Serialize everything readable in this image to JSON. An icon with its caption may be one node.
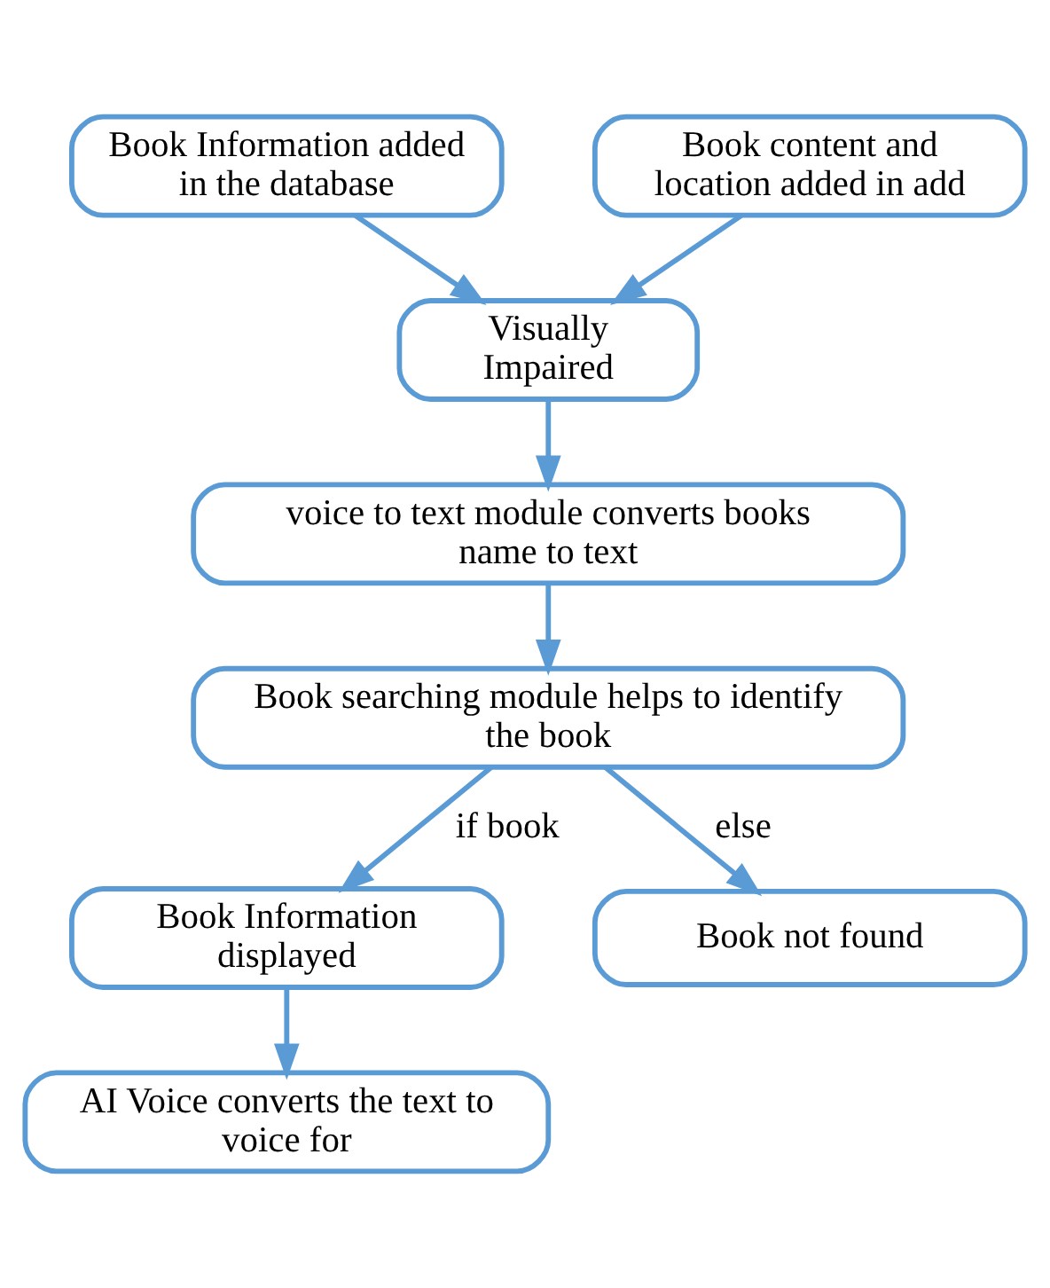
{
  "diagram": {
    "nodes": [
      {
        "text": [
          "Book Information added in the database"
        ]
      },
      {
        "text": [
          "Book content and location added in add"
        ]
      },
      {
        "text": [
          "Visually Impaired"
        ]
      },
      {
        "text": [
          "voice to text module converts books name to text"
        ]
      },
      {
        "text": [
          "Book searching module helps to identify the book"
        ]
      },
      {
        "text": [
          "Book Information displayed"
        ]
      },
      {
        "text": [
          "Book not found"
        ]
      },
      {
        "text": [
          "AI Voice converts the text to voice for"
        ]
      }
    ],
    "edges": [
      {
        "from": 0,
        "to": 2,
        "arrow": "to"
      },
      {
        "from": 1,
        "to": 2,
        "arrow": "to"
      },
      {
        "from": 2,
        "to": 3,
        "arrow": "to"
      },
      {
        "from": 3,
        "to": 4,
        "arrow": "to"
      },
      {
        "from": 4,
        "to": 5,
        "arrow": "to",
        "label": "if book"
      },
      {
        "from": 4,
        "to": 6,
        "arrow": "to",
        "label": "else"
      },
      {
        "from": 5,
        "to": 7,
        "arrow": "to"
      }
    ]
  }
}
